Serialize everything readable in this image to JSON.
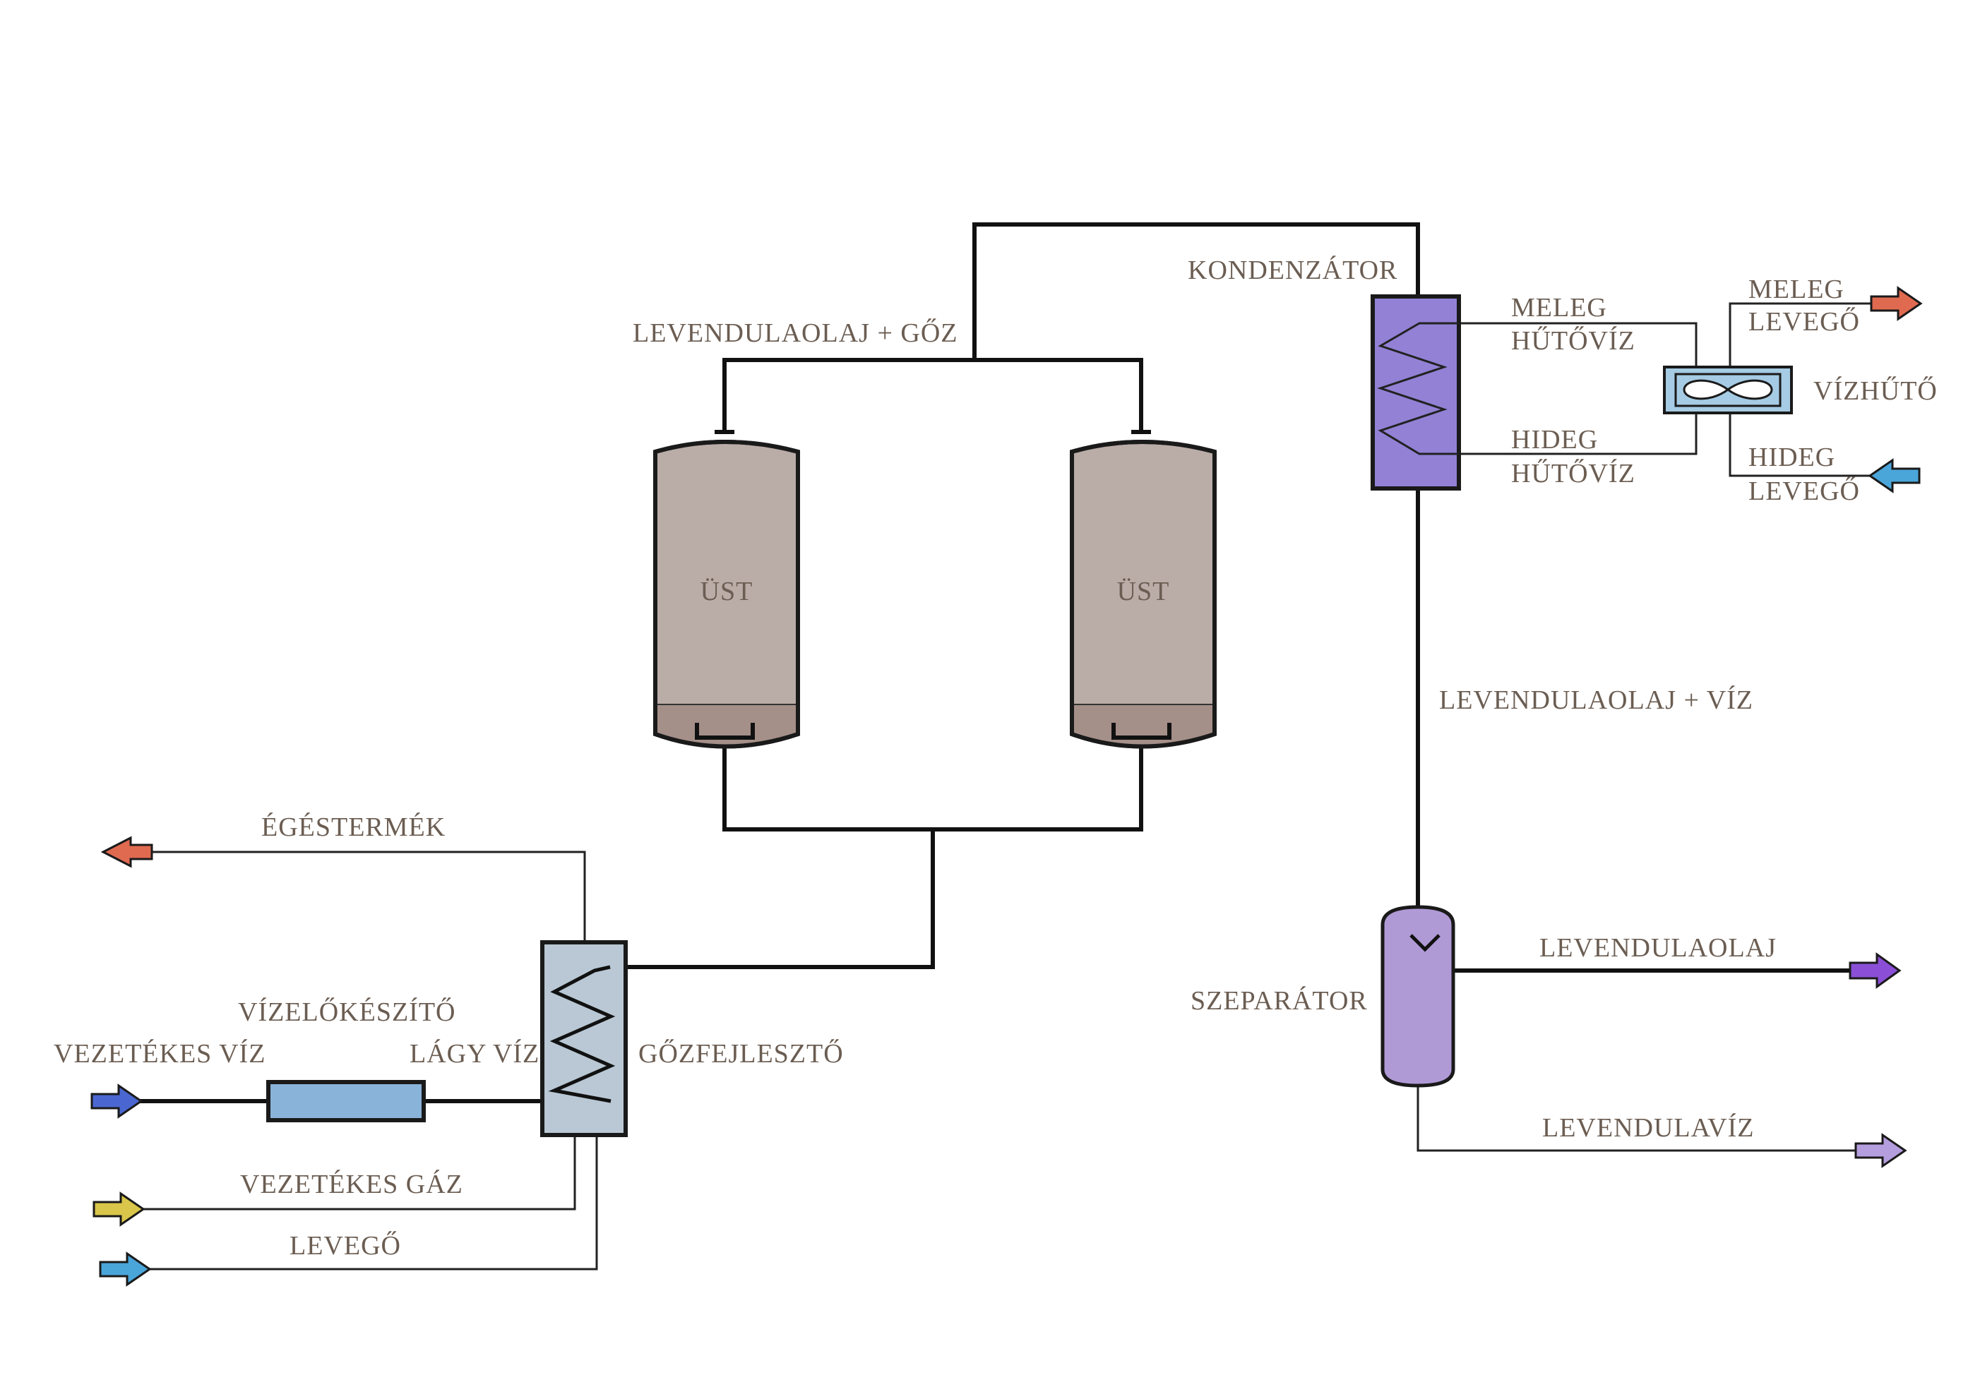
{
  "labels": {
    "steam_mix": "LEVENDULAOLAJ + GŐZ",
    "condenser": "KONDENZÁTOR",
    "warm_coolant_1": "MELEG",
    "warm_coolant_2": "HŰTŐVÍZ",
    "cold_coolant_1": "HIDEG",
    "cold_coolant_2": "HŰTŐVÍZ",
    "warm_air_1": "MELEG",
    "warm_air_2": "LEVEGŐ",
    "cold_air_1": "HIDEG",
    "cold_air_2": "LEVEGŐ",
    "water_cooler": "VÍZHŰTŐ",
    "kettle_left": "ÜST",
    "kettle_right": "ÜST",
    "oil_water": "LEVENDULAOLAJ + VÍZ",
    "flue_gas": "ÉGÉSTERMÉK",
    "water_prep": "VÍZELŐKÉSZÍTŐ",
    "tap_water": "VEZETÉKES VÍZ",
    "soft_water": "LÁGY VÍZ",
    "steam_generator": "GŐZFEJLESZTŐ",
    "separator": "SZEPARÁTOR",
    "lavender_oil": "LEVENDULAOLAJ",
    "lavender_water": "LEVENDULAVÍZ",
    "natural_gas": "VEZETÉKES GÁZ",
    "air": "LEVEGŐ"
  },
  "colors": {
    "kettle": "#baaca7",
    "kettle_bottom": "#a58f89",
    "condenser": "#9381d6",
    "cooler": "#a6cbe4",
    "separator": "#b09ad6",
    "steam_generator": "#b9c8d4",
    "water_prep": "#89b3d9",
    "arrow_hot": "#e06a50",
    "arrow_blue_air": "#4aa5d9",
    "arrow_tap_water": "#4a67d1",
    "arrow_gas": "#d9c64a",
    "arrow_oil": "#8a4fd6",
    "arrow_lav_water": "#b59ede"
  }
}
